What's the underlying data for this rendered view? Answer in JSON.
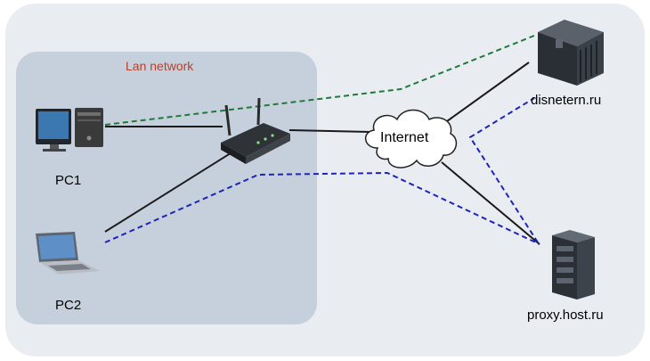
{
  "lan": {
    "label": "Lan network",
    "label_color": "#b5412c"
  },
  "nodes": {
    "pc1": "PC1",
    "pc2": "PC2",
    "internet": "Internet",
    "server1": "disnetern.ru",
    "server2": "proxy.host.ru"
  },
  "colors": {
    "outer_bg": "#e9edf2",
    "lan_bg": "#c6d0dc",
    "link_solid": "#1a1a1a",
    "link_green": "#1f7a3a",
    "link_blue": "#1e24b8"
  },
  "icons": {
    "pc1": "desktop-computer-icon",
    "pc2": "laptop-icon",
    "router": "wifi-router-icon",
    "internet": "cloud-icon",
    "server1": "server-rack-icon",
    "server2": "server-tower-icon"
  }
}
